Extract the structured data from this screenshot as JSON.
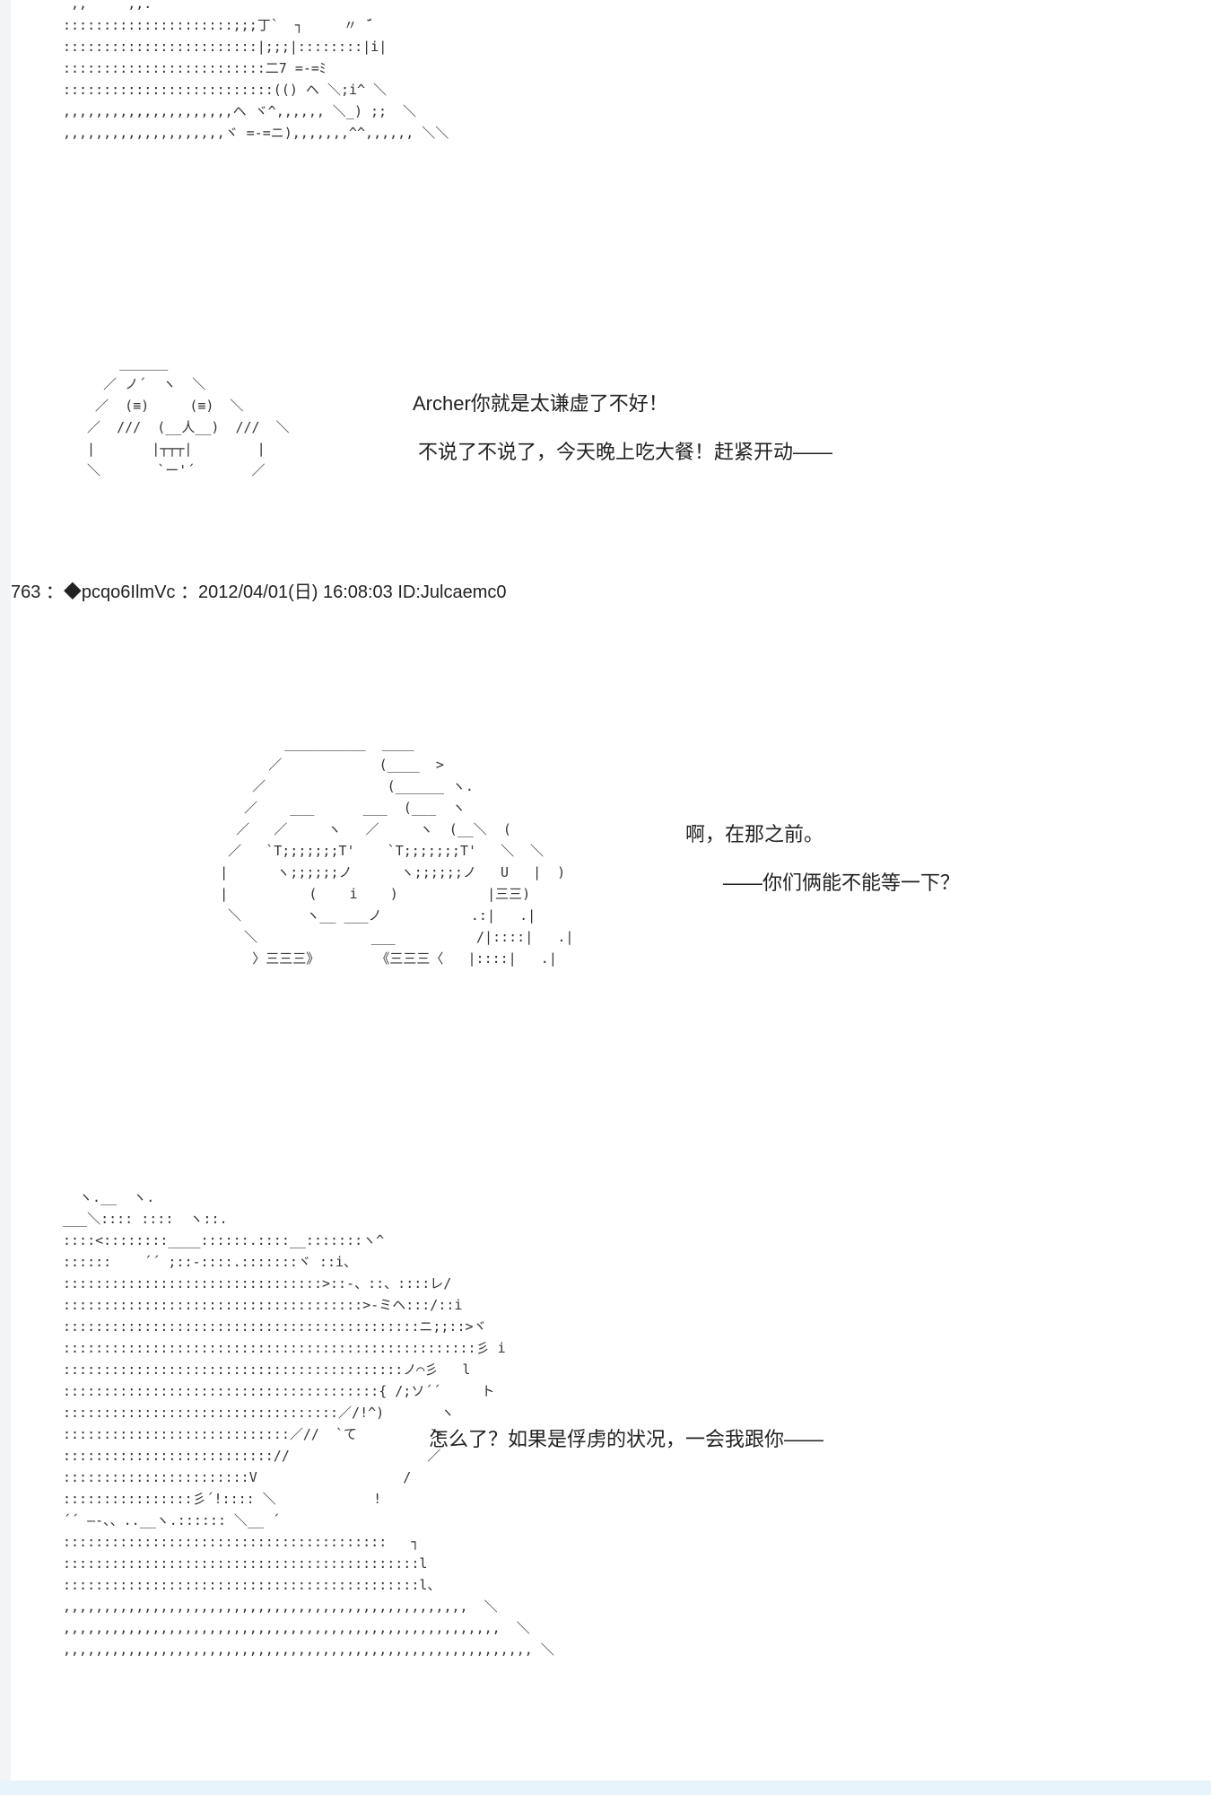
{
  "art": {
    "a": " ,,     ,,.\n:::::::::::::::::::::;;;丁`  ┐     〃 ̄´\n::::::::::::::::::::::::|;;;|::::::::|i|\n:::::::::::::::::::::::::二7 =‐=ﾐ\n::::::::::::::::::::::::::(() ヘ ＼;i^ ＼\n,,,,,,,,,,,,,,,,,,,,,ヘ ヾ^,,,,,, ＼_) ;;  ＼\n,,,,,,,,,,,,,,,,,,,,ヾ =‐=ニ),,,,,,,^^,,,,,, ＼＼",
    "b": "     ______\n   ／ ノ´  ヽ  ＼\n  ／  (≡)     (≡)  ＼\n ／  ///  (__人__)  ///  ＼\n |       |┬┬┬|        |\n ＼       `ー'´       ／",
    "c": "           __________  ____\n         ／            (____  >\n       ／               (______ ヽ.\n      ／    ___      ___  (___  ヽ\n     ／   ／     ヽ   ／     ヽ  (__＼  (\n    ／   `T;;;;;;;T'    `T;;;;;;;T'   ＼  ＼\n   |      ヽ;;;;;;ノ      ヽ;;;;;;ノ   U   |  )\n   |          (    i    )           |三三)\n    ＼        ヽ__ ___ノ           .:|   .|\n      ＼              ___          /|::::|   .|\n       〉三三三》       《三三三〈   |::::|   .|",
    "d": "  ヽ.__  ヽ.\n___＼:::: ::::  ヽ::.\n::::<::::::::____::::::.::::__:::::::ヽ^\n::::::    ´´ ;::‐::::.:::::::ヾ ::i、\n::::::::::::::::::::::::::::::::>::‐、::、::::レ/\n:::::::::::::::::::::::::::::::::::::>‐ミヘ:::/::i\n::::::::::::::::::::::::::::::::::::::::::::ニ;;::>ヾ\n:::::::::::::::::::::::::::::::::::::::::::::::::::彡 i\n::::::::::::::::::::::::::::::::::::::::::ノ⌒彡   l\n:::::::::::::::::::::::::::::::::::::::{ /;ソ´´     ト\n::::::::::::::::::::::::::::::::::／/!^)       ヽ\n::::::::::::::::::::::::::::／//  `て         ＞\n:::::::::::::::::::::::::://                 ／\n:::::::::::::::::::::::V                  /\n::::::::::::::::彡´!:::: ＼            !\n´´ ―-、、..__ヽ.:::::: ＼__ ´\n::::::::::::::::::::::::::::::::::::::::   ┐\n::::::::::::::::::::::::::::::::::::::::::::l\n::::::::::::::::::::::::::::::::::::::::::::l、\n,,,,,,,,,,,,,,,,,,,,,,,,,,,,,,,,,,,,,,,,,,,,,,,,,,  ＼\n,,,,,,,,,,,,,,,,,,,,,,,,,,,,,,,,,,,,,,,,,,,,,,,,,,,,,,  ＼\n,,,,,,,,,,,,,,,,,,,,,,,,,,,,,,,,,,,,,,,,,,,,,,,,,,,,,,,,,, ＼"
  },
  "dialogue": {
    "line1": "Archer你就是太谦虚了不好！",
    "line2": "不说了不说了，今天晚上吃大餐！赶紧开动——",
    "line3": "啊，在那之前。",
    "line4": "——你们俩能不能等一下？",
    "line5": "怎么了？如果是俘虏的状况，一会我跟你——"
  },
  "post": {
    "header": "763 ：◆pcqo6IlmVc ：2012/04/01(日) 16:08:03 ID:Julcaemc0"
  }
}
